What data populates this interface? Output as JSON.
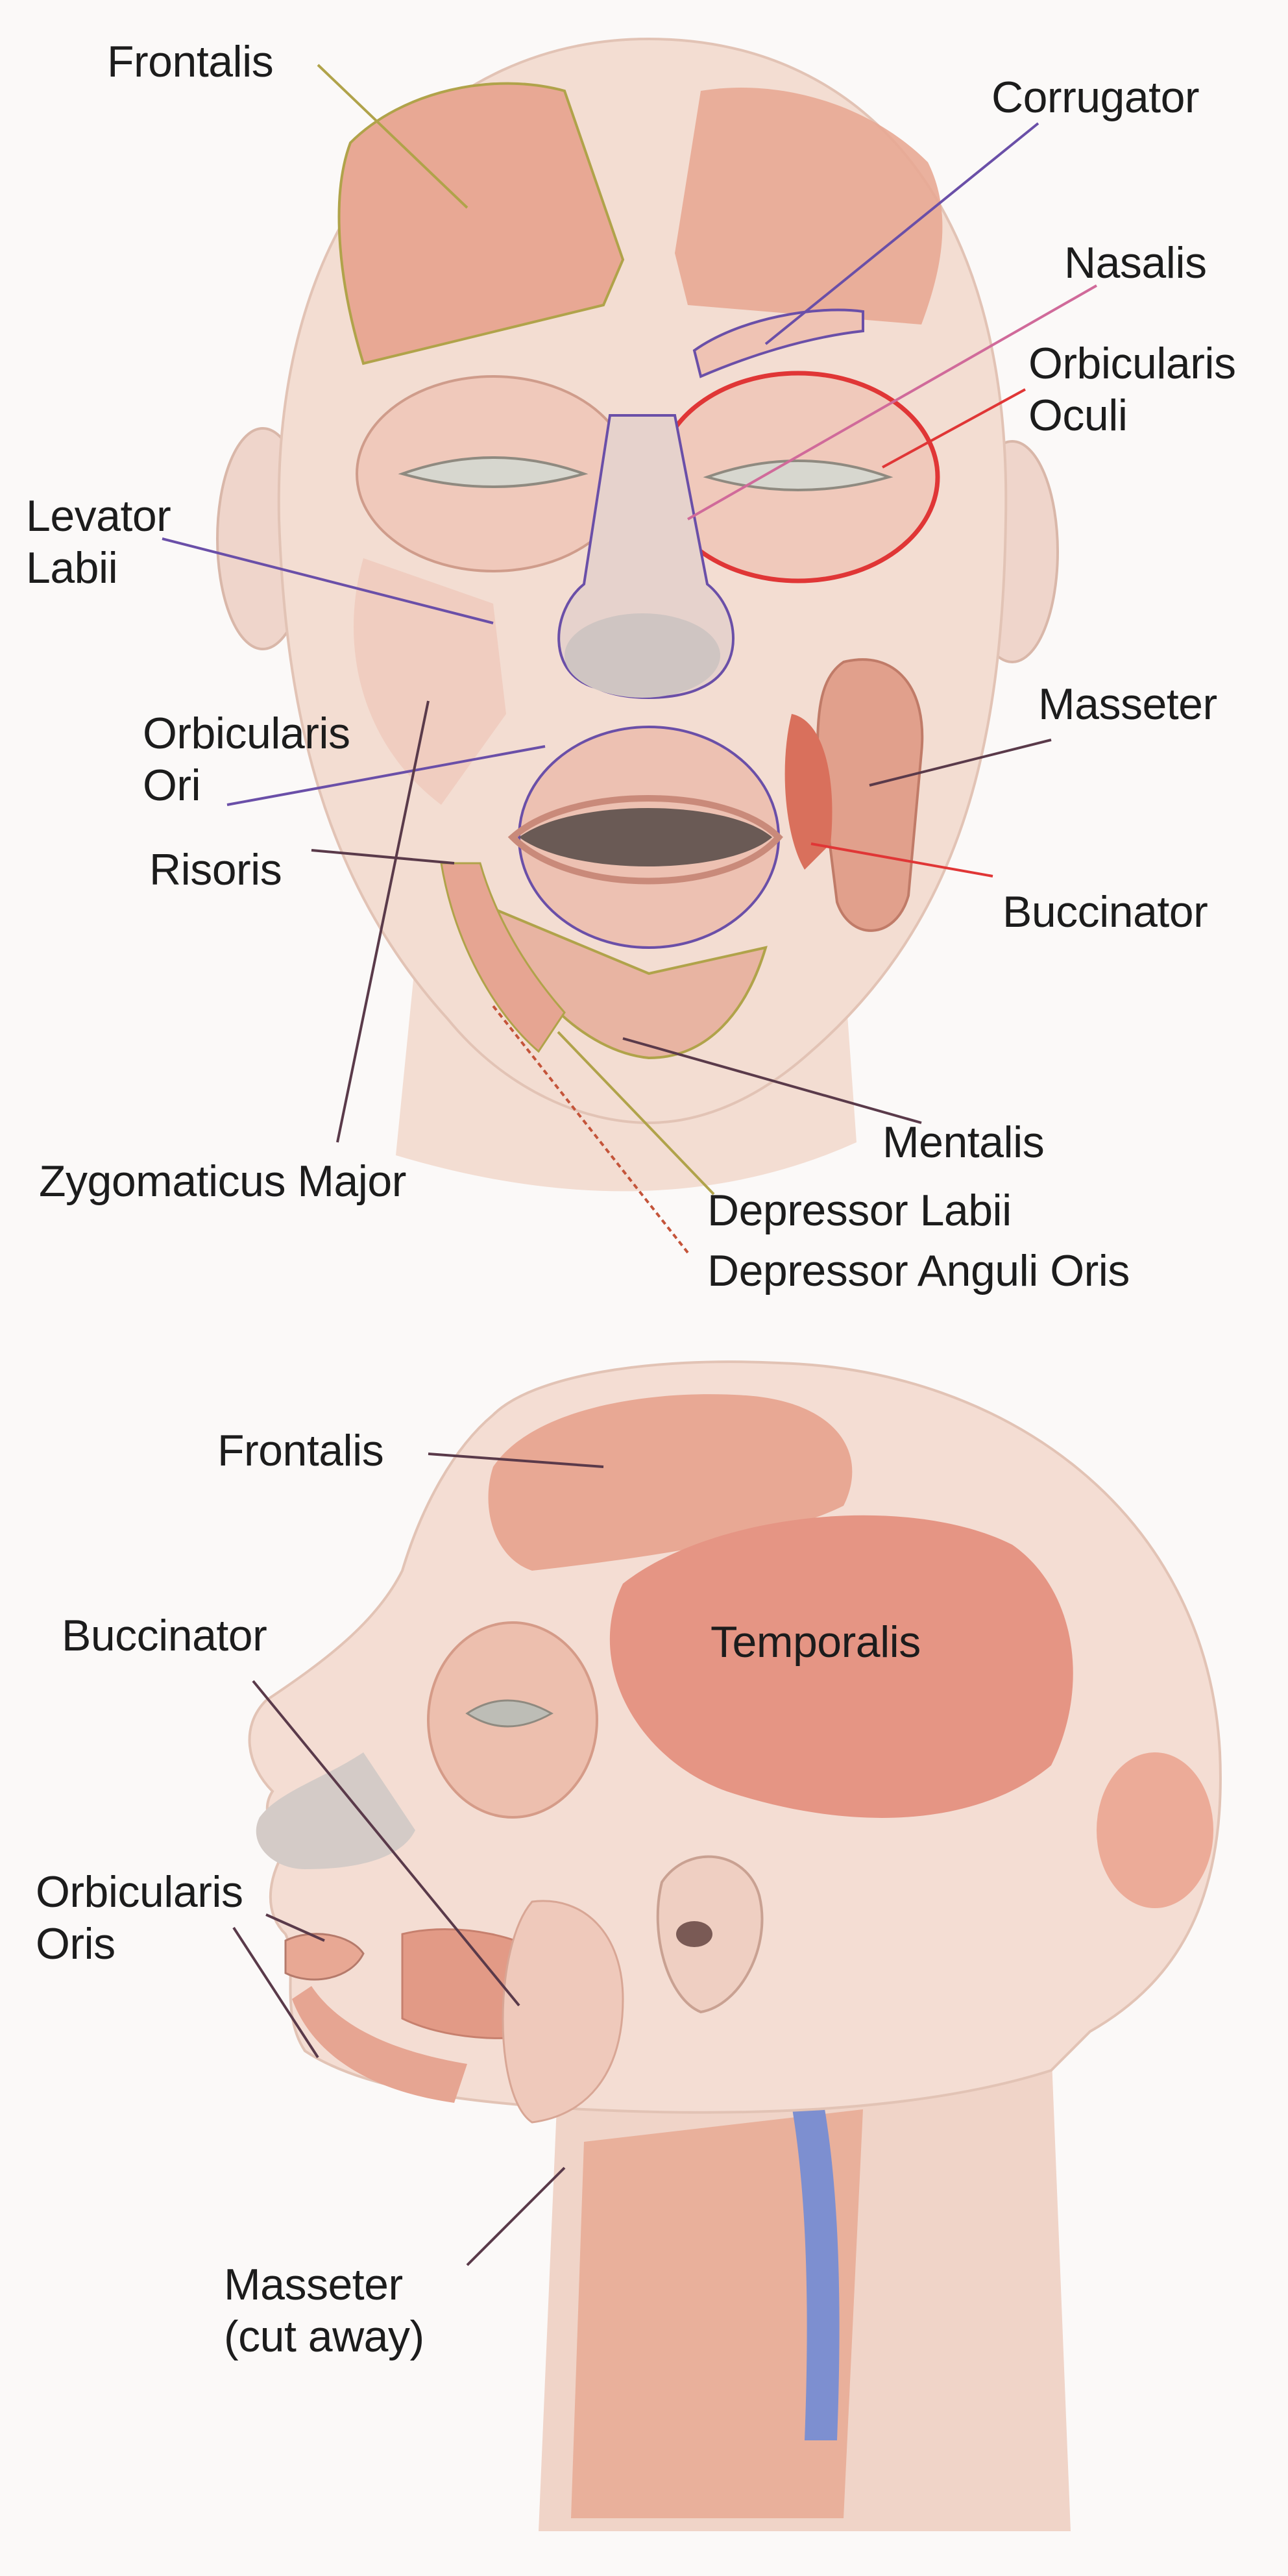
{
  "colors": {
    "background": "#fbf9f8",
    "skin": "#f3ddd2",
    "muscle": "#e8a894",
    "muscle_dark": "#d6806d",
    "outline_olive": "#b0a34a",
    "outline_purple": "#6a4fa8",
    "outline_red": "#e03636",
    "leader_dark": "#5a3a4a",
    "neck_blue": "#7d8fd0"
  },
  "front_view": {
    "labels": [
      {
        "id": "frontalis",
        "text": "Frontalis"
      },
      {
        "id": "corrugator",
        "text": "Corrugator"
      },
      {
        "id": "nasalis",
        "text": "Nasalis"
      },
      {
        "id": "orbicularis-oculi",
        "text": "Orbicularis\nOculi"
      },
      {
        "id": "levator-labii",
        "text": "Levator\nLabii"
      },
      {
        "id": "orbicularis-ori",
        "text": "Orbicularis\nOri"
      },
      {
        "id": "risoris",
        "text": "Risoris"
      },
      {
        "id": "masseter",
        "text": "Masseter"
      },
      {
        "id": "buccinator",
        "text": "Buccinator"
      },
      {
        "id": "mentalis",
        "text": "Mentalis"
      },
      {
        "id": "zygomaticus-major",
        "text": "Zygomaticus Major"
      },
      {
        "id": "depressor-labii",
        "text": "Depressor Labii"
      },
      {
        "id": "depressor-anguli-oris",
        "text": "Depressor Anguli Oris"
      }
    ]
  },
  "side_view": {
    "labels": [
      {
        "id": "frontalis",
        "text": "Frontalis"
      },
      {
        "id": "buccinator",
        "text": "Buccinator"
      },
      {
        "id": "temporalis",
        "text": "Temporalis"
      },
      {
        "id": "orbicularis-oris",
        "text": "Orbicularis\nOris"
      },
      {
        "id": "masseter",
        "text": "Masseter\n(cut away)"
      }
    ]
  }
}
